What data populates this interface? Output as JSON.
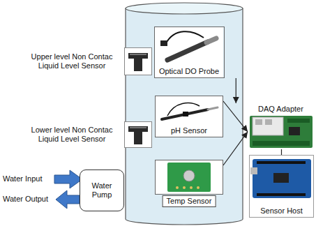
{
  "diagram": {
    "nodes": [
      {
        "text": [
          "Upper level Non Contac Liquid Level Sensor"
        ]
      },
      {
        "text": [
          "Optical DO Probe"
        ]
      },
      {
        "text": [
          "pH Sensor"
        ]
      },
      {
        "text": [
          "Lower level Non Contac Liquid Level Sensor"
        ]
      },
      {
        "text": [
          "Temp Sensor"
        ]
      },
      {
        "text": [
          "Water Pump"
        ]
      },
      {
        "text": [
          "DAQ Adapter"
        ]
      },
      {
        "text": [
          "Sensor Host"
        ]
      }
    ],
    "edges": [
      {
        "from": 1,
        "to": 6,
        "arrow": "to"
      },
      {
        "from": 2,
        "to": 6,
        "arrow": "to"
      },
      {
        "from": 4,
        "to": 6,
        "arrow": "to"
      },
      {
        "from": 6,
        "to": 7,
        "arrow": "none"
      }
    ],
    "labels": [
      "Water Input",
      "Water Output"
    ]
  }
}
